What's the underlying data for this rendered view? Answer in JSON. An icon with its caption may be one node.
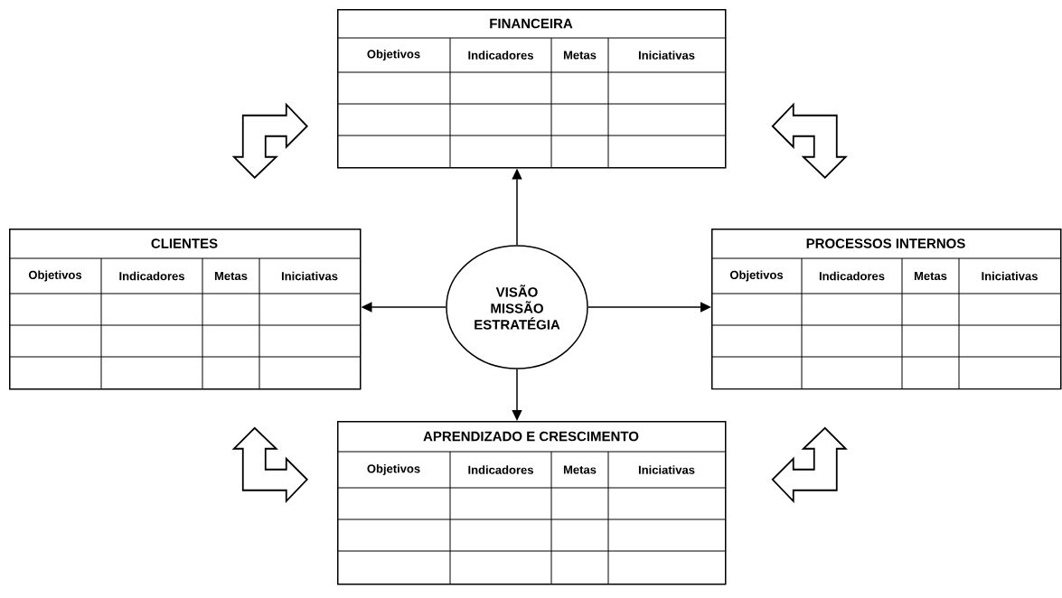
{
  "diagram": {
    "nodes": [
      {
        "text": [
          "FINANCEIRA",
          "Objetivos",
          "Indicadores",
          "Metas",
          "Iniciativas"
        ]
      },
      {
        "text": [
          "CLIENTES",
          "Objetivos",
          "Indicadores",
          "Metas",
          "Iniciativas"
        ]
      },
      {
        "text": [
          "VISÃO",
          "MISSÃO",
          "ESTRATÉGIA"
        ]
      },
      {
        "text": [
          "PROCESSOS INTERNOS",
          "Objetivos",
          "Indicadores",
          "Metas",
          "Iniciativas"
        ]
      },
      {
        "text": [
          "APRENDIZADO E CRESCIMENTO",
          "Objetivos",
          "Indicadores",
          "Metas",
          "Iniciativas"
        ]
      }
    ],
    "edges": [
      {
        "from": 2,
        "to": 0,
        "arrow": "to"
      },
      {
        "from": 2,
        "to": 1,
        "arrow": "to"
      },
      {
        "from": 2,
        "to": 3,
        "arrow": "to"
      },
      {
        "from": 2,
        "to": 4,
        "arrow": "to"
      },
      {
        "from": 1,
        "to": 0,
        "arrow": "both"
      },
      {
        "from": 3,
        "to": 0,
        "arrow": "both"
      },
      {
        "from": 1,
        "to": 4,
        "arrow": "both"
      },
      {
        "from": 3,
        "to": 4,
        "arrow": "both"
      }
    ]
  }
}
